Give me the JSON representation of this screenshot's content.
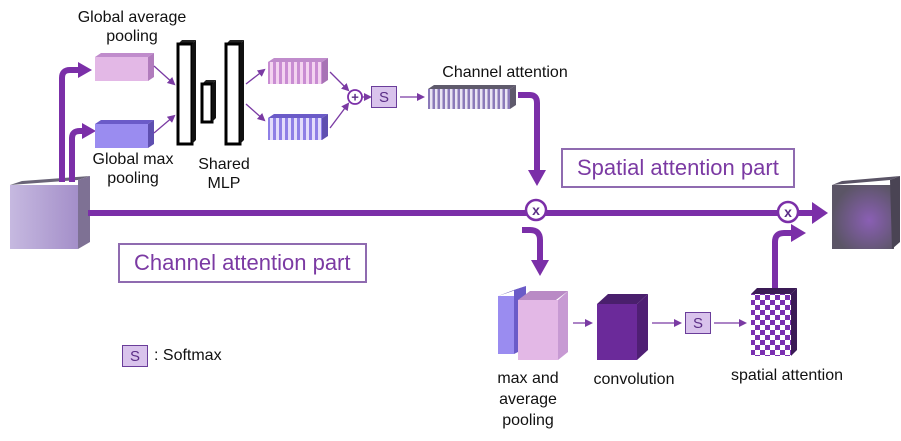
{
  "labels": {
    "global_average_pooling": "Global average\npooling",
    "global_max_pooling": "Global max\npooling",
    "shared_mlp": "Shared\nMLP",
    "channel_attention": "Channel attention",
    "max_and_average_pooling": "max and\naverage\npooling",
    "convolution": "convolution",
    "spatial_attention": "spatial attention",
    "softmax_legend": ": Softmax"
  },
  "section_titles": {
    "spatial_attention_part": "Spatial attention part",
    "channel_attention_part": "Channel attention part"
  },
  "symbols": {
    "softmax": "S",
    "multiply": "x",
    "add": "+"
  },
  "colors": {
    "main_arrow": "#7b2fa8",
    "thin_arrow": "#7a3aa3",
    "title_border": "#8f6bb0",
    "title_text": "#7b3aa3",
    "avg_pool": "#e3b8e6",
    "max_pool": "#9a8cf0",
    "conv": "#6b2a9a",
    "checker": "#7a2fb0",
    "cube_light": "#b7a6d6",
    "cube_dark": "#4a4454"
  }
}
